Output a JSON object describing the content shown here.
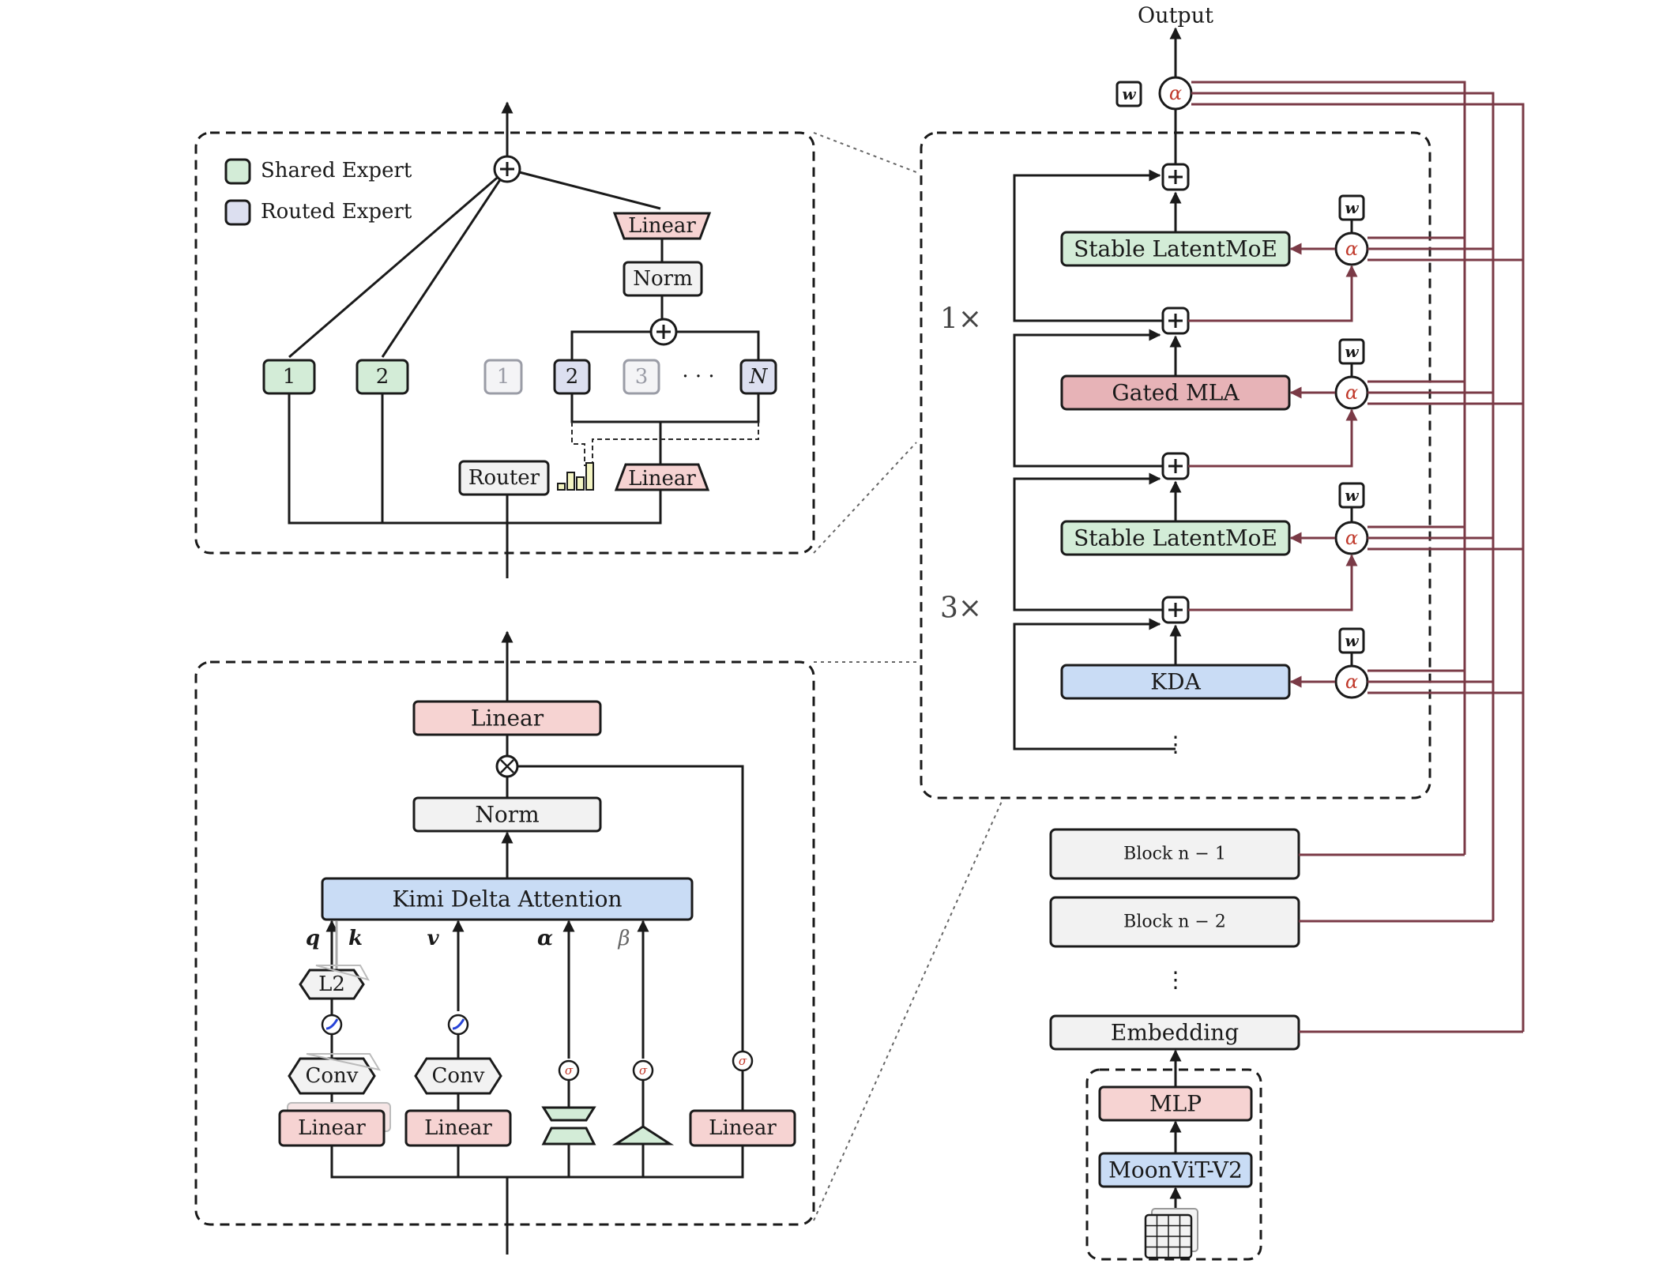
{
  "colors": {
    "shared_green": "#d3ecd7",
    "routed_purple": "#dcdff0",
    "linear_pink": "#f6d3d2",
    "gated_red": "#e7b3b7",
    "kda_blue": "#c9dcf5",
    "norm_gray": "#f2f2f2",
    "residual_red": "#7a3a46",
    "alpha_red": "#c0392b"
  },
  "top": {
    "output": "Output",
    "w": "w",
    "alpha": "α"
  },
  "moe": {
    "legend": {
      "shared": "Shared Expert",
      "routed": "Routed Expert"
    },
    "linear_top": "Linear",
    "norm": "Norm",
    "shared_experts": [
      "1",
      "2"
    ],
    "routed_experts": [
      "1",
      "2",
      "3",
      "N"
    ],
    "ellipsis": "· · ·",
    "router": "Router",
    "linear_bottom": "Linear"
  },
  "stack": {
    "labels": [
      "Stable LatentMoE",
      "Gated MLA",
      "Stable LatentMoE",
      "KDA"
    ],
    "mult_1x": "1×",
    "mult_3x": "3×",
    "vdots": "⋮",
    "blocks": [
      "Block n − 1",
      "Block n − 2"
    ],
    "vdots2": "⋮",
    "embedding": "Embedding",
    "mlp": "MLP",
    "vit": "MoonViT-V2"
  },
  "kda": {
    "linear_top": "Linear",
    "norm": "Norm",
    "kda": "Kimi Delta Attention",
    "q": "q",
    "k": "k",
    "v": "v",
    "alpha": "α",
    "beta": "β",
    "l2": "L2",
    "conv": "Conv",
    "linear": "Linear",
    "sigma": "σ"
  }
}
